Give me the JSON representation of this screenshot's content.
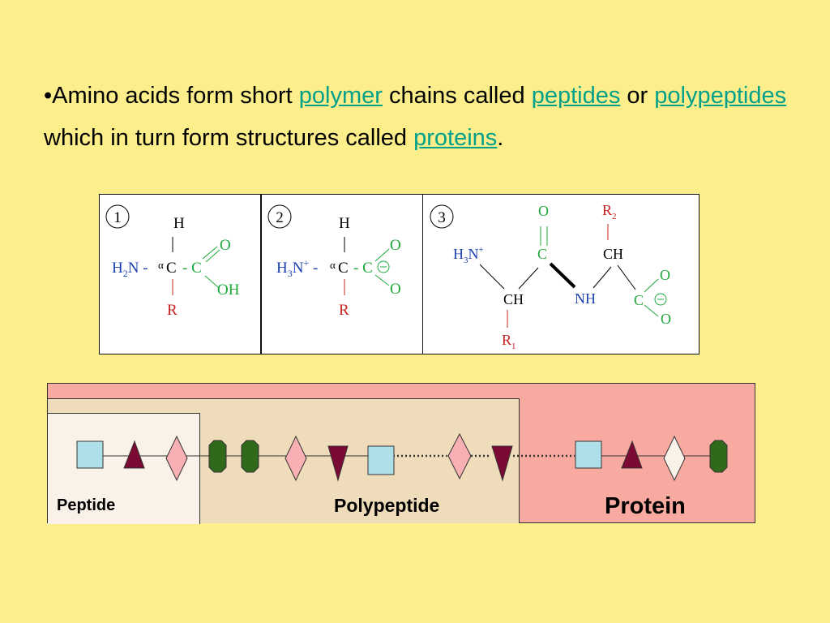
{
  "intro": {
    "bullet": "•",
    "t1": "Amino acids form short ",
    "link_polymer": "polymer",
    "t2": " chains called ",
    "link_peptides": "peptides",
    "t3": " or ",
    "link_polypeptides": "polypeptides",
    "t4": " which in turn form structures called ",
    "link_proteins": "proteins",
    "t5": "."
  },
  "structures": {
    "panel_1": {
      "number": "1"
    },
    "panel_2": {
      "number": "2"
    },
    "panel_3": {
      "number": "3"
    }
  },
  "chain": {
    "labels": {
      "peptide": "Peptide",
      "polypeptide": "Polypeptide",
      "protein": "Protein"
    }
  },
  "colors": {
    "background": "#fdee8c",
    "link": "#00a08a",
    "protein_region": "#f8aaa0",
    "polypeptide_region": "#efdcbb",
    "peptide_region": "#faf1e8",
    "square": "#aee0ea",
    "triangle": "#7a0a34",
    "diamond_pink": "#f8b0b4",
    "octagon": "#2f6a1a",
    "nitrogen_blue": "#1c3fb0",
    "r_red": "#c8201e",
    "carboxyl_green": "#1ea83a"
  }
}
